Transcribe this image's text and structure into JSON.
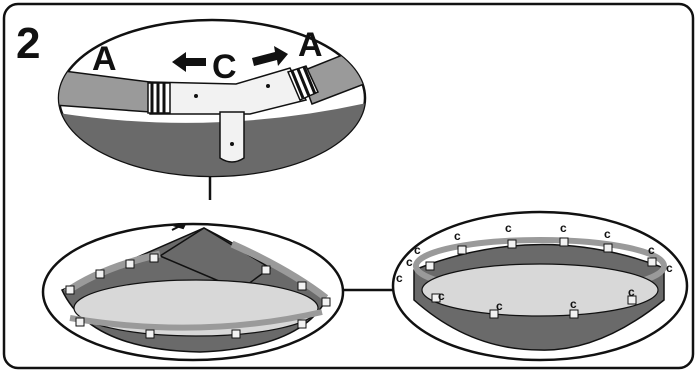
{
  "step_number": "2",
  "detail_labels": {
    "left_rail": "A",
    "center_connector": "C",
    "right_rail": "A"
  },
  "connector_label": "C",
  "colors": {
    "ink": "#111111",
    "liner": "#6a6a6a",
    "rail": "#9a9a9a",
    "pool_floor": "#d8d8d8",
    "connector": "#f2f2f2",
    "background": "#ffffff"
  },
  "right_pool_connectors": [
    "c",
    "c",
    "c",
    "c",
    "c",
    "c",
    "c",
    "c",
    "c",
    "c",
    "c",
    "c",
    "c"
  ]
}
